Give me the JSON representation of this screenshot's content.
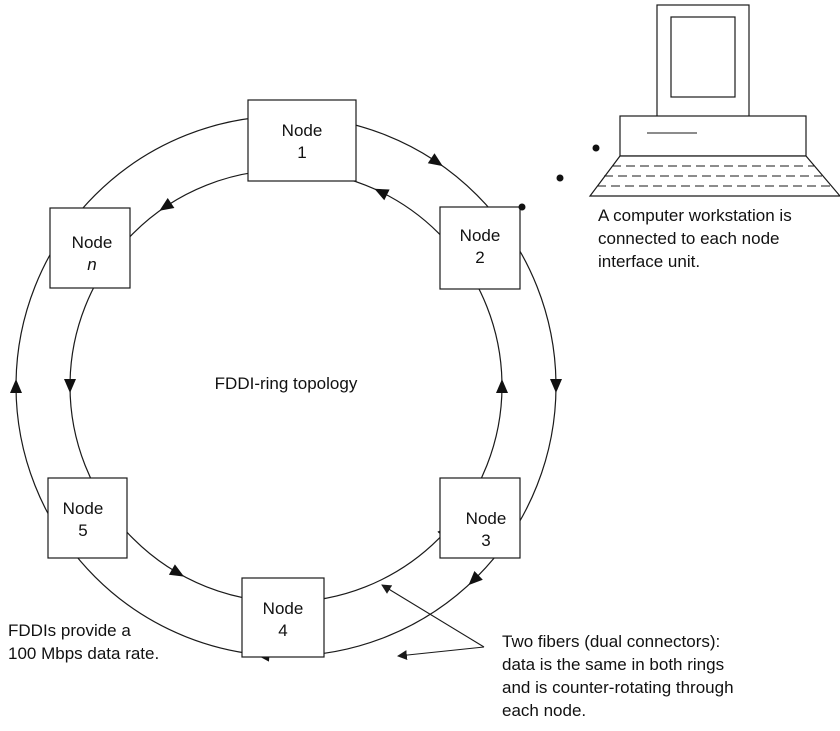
{
  "center_label": "FDDI-ring topology",
  "nodes": [
    {
      "line1": "Node",
      "line2": "1"
    },
    {
      "line1": "Node",
      "line2": "2"
    },
    {
      "line1": "Node",
      "line2": "3"
    },
    {
      "line1": "Node",
      "line2": "4"
    },
    {
      "line1": "Node",
      "line2": "5"
    },
    {
      "line1": "Node",
      "line2": "n"
    }
  ],
  "workstation_caption": [
    "A computer workstation is",
    "connected to each node",
    "interface unit."
  ],
  "rate_caption": [
    "FDDIs provide a",
    "100 Mbps data rate."
  ],
  "fibers_caption": [
    "Two fibers (dual connectors):",
    "data is the same in both rings",
    "and is counter-rotating through",
    "each node."
  ]
}
